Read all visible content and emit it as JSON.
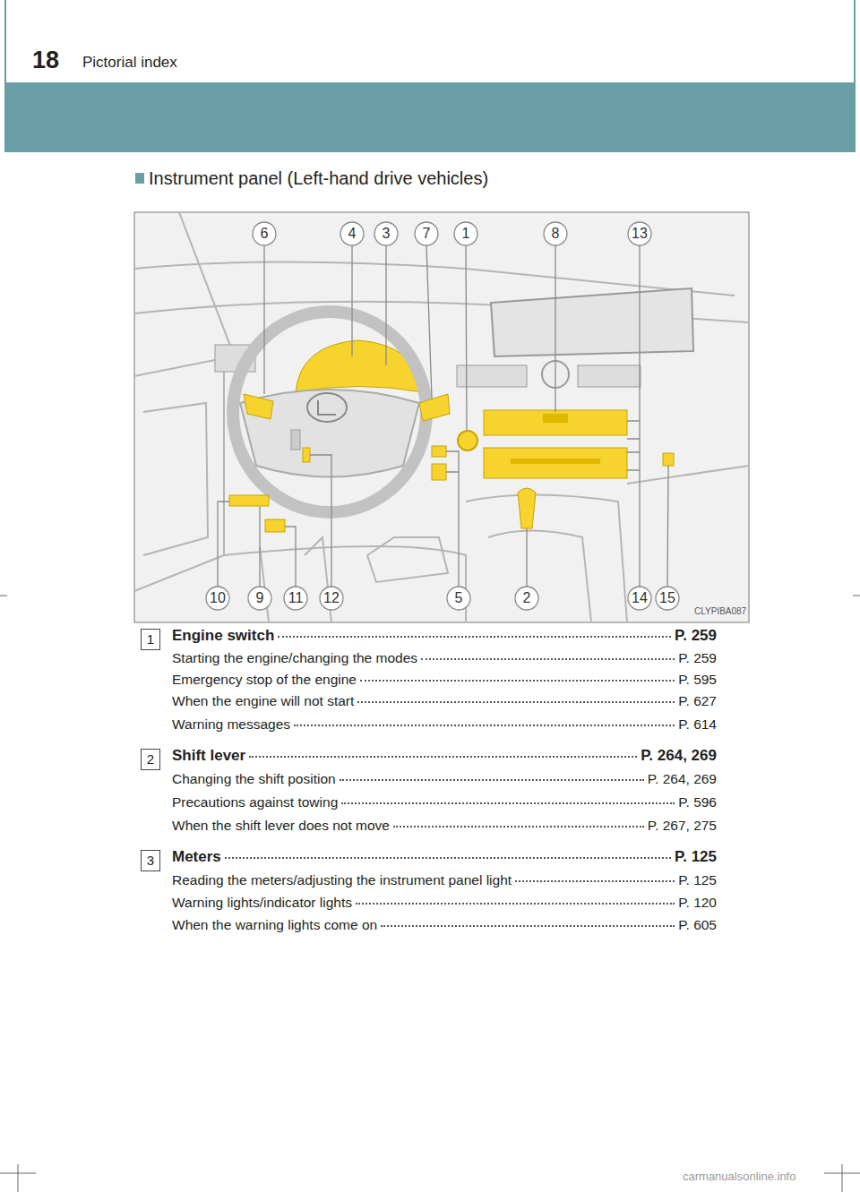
{
  "diagram": {
    "title": "Instrument panel (Left-hand drive vehicles)",
    "labels": [
      "18",
      "Pictorial index",
      "6",
      "4",
      "3",
      "7",
      "1",
      "8",
      "13",
      "10",
      "9",
      "11",
      "12",
      "5",
      "2",
      "14",
      "15",
      "CLYPIBA087",
      "1",
      "Engine switch",
      "P. 259",
      "Starting the engine/changing the modes",
      "P. 259",
      "Emergency stop of the engine",
      "P. 595",
      "When the engine will not start",
      "P. 627",
      "Warning messages",
      "P. 614",
      "2",
      "Shift lever",
      "P. 264, 269",
      "Changing the shift position",
      "P. 264, 269",
      "Precautions against towing",
      "P. 596",
      "When the shift lever does not move",
      "P. 267, 275",
      "3",
      "Meters",
      "P. 125",
      "Reading the meters/adjusting the instrument panel light",
      "P. 125",
      "Warning lights/indicator lights",
      "P. 120",
      "When the warning lights come on",
      "P. 605",
      "carmanualsonline.info"
    ]
  }
}
